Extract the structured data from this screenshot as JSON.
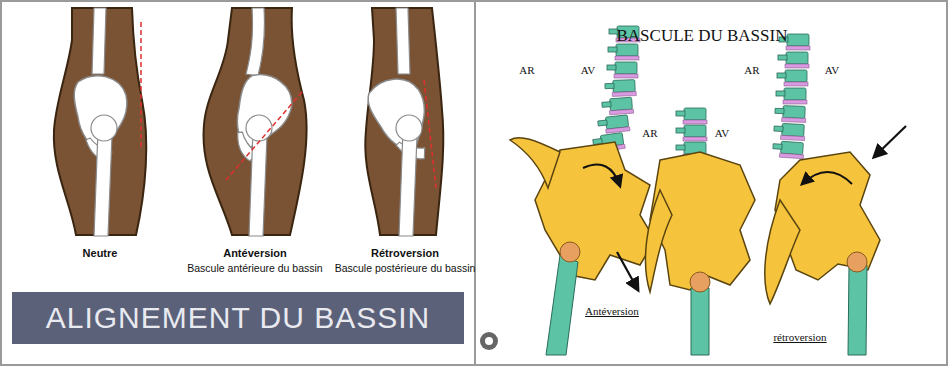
{
  "diagram": {
    "title": "BASCULE DU BASSIN",
    "nodes": [
      {
        "text": [
          "ALIGNEMENT DU BASSIN"
        ]
      }
    ],
    "labels": [
      "Neutre",
      "Antéversion",
      "Bascule antérieure du bassin",
      "Rétroversion",
      "Bascule postérieure du bassin",
      "AR",
      "AV",
      "AR",
      "AV",
      "AR",
      "AV",
      "Antéversion",
      "rétroversion"
    ]
  }
}
